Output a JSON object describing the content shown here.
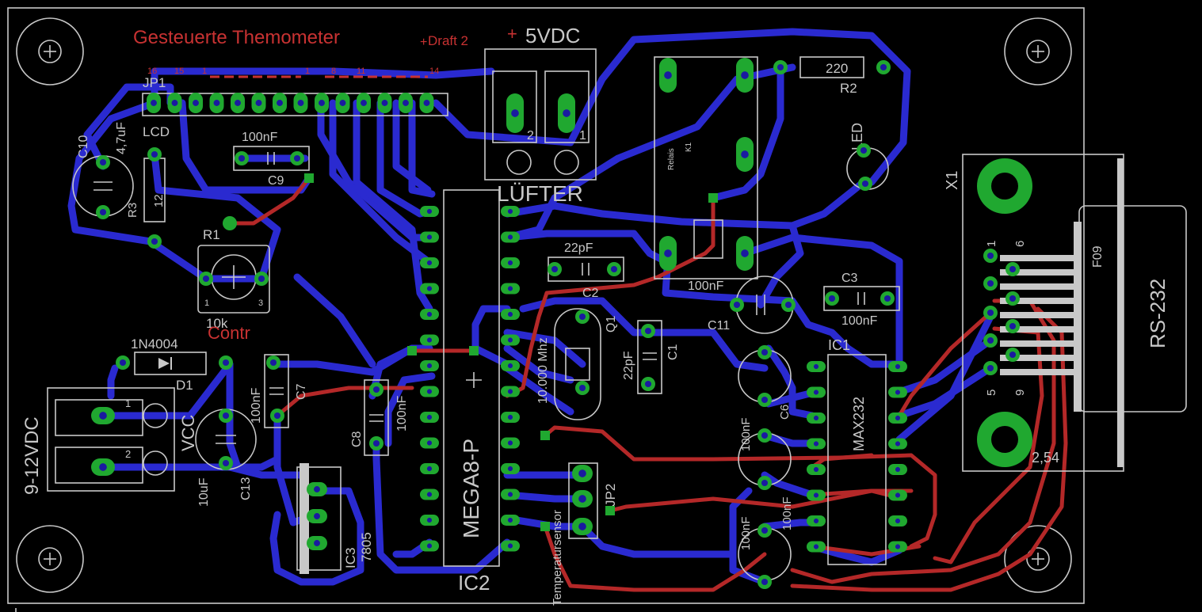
{
  "board": {
    "title": "Gesteuerte Themometer",
    "draft": "Draft 2",
    "colors": {
      "background": "#000000",
      "outline": "#c8c8c8",
      "bottom_copper": "#2a2ad0",
      "top_copper": "#b42828",
      "pads": "#20a830",
      "names": "#c83232"
    }
  },
  "components": {
    "jp1": {
      "name": "JP1",
      "label": "LCD",
      "pin_marks": [
        "16",
        "15",
        "1",
        "1",
        "8",
        "11",
        "14"
      ]
    },
    "c10": {
      "name": "C10",
      "value": "4,7uF"
    },
    "r3": {
      "name": "R3",
      "value": "12"
    },
    "c9": {
      "name": "C9",
      "value": "100nF"
    },
    "r1": {
      "name": "R1",
      "value": "10k",
      "label": "Contr",
      "pin1": "1",
      "pin3": "3"
    },
    "d1": {
      "name": "D1",
      "value": "1N4004"
    },
    "power_in": {
      "label": "9-12VDC",
      "pin1": "1",
      "pin2": "2"
    },
    "vcc": {
      "label": "VCC"
    },
    "c13": {
      "name": "C13",
      "value": "10uF"
    },
    "c7": {
      "name": "C7",
      "value": "100nF"
    },
    "c8": {
      "name": "C8",
      "value": "100nF"
    },
    "ic3": {
      "name": "IC3",
      "value": "7805"
    },
    "ic2": {
      "name": "IC2",
      "value": "MEGA8-P"
    },
    "fan": {
      "label": "5VDC",
      "name": "LÜFTER",
      "pin1": "1",
      "pin2": "2"
    },
    "c2": {
      "name": "C2",
      "value": "22pF"
    },
    "q1": {
      "name": "Q1",
      "value": "10.000 Mhz"
    },
    "c1": {
      "name": "C1",
      "value": "22pF"
    },
    "jp2": {
      "name": "JP2",
      "label": "Temperatursensor"
    },
    "relay": {
      "label": "Relais",
      "k": "K1"
    },
    "c11": {
      "name": "C11",
      "value": "100nF"
    },
    "r2": {
      "name": "R2",
      "value": "220"
    },
    "led": {
      "label": "LED"
    },
    "c3": {
      "name": "C3",
      "value": "100nF"
    },
    "ic1": {
      "name": "IC1",
      "value": "MAX232"
    },
    "c6": {
      "name": "C6",
      "value": "100nF"
    },
    "c4": {
      "value": "100nF"
    },
    "c5": {
      "value": "100nF"
    },
    "x1": {
      "name": "X1",
      "type": "F09",
      "label": "RS-232",
      "pin1": "1",
      "pin5": "5",
      "pin6": "6",
      "pin9": "9",
      "pitch": "2,54"
    }
  }
}
